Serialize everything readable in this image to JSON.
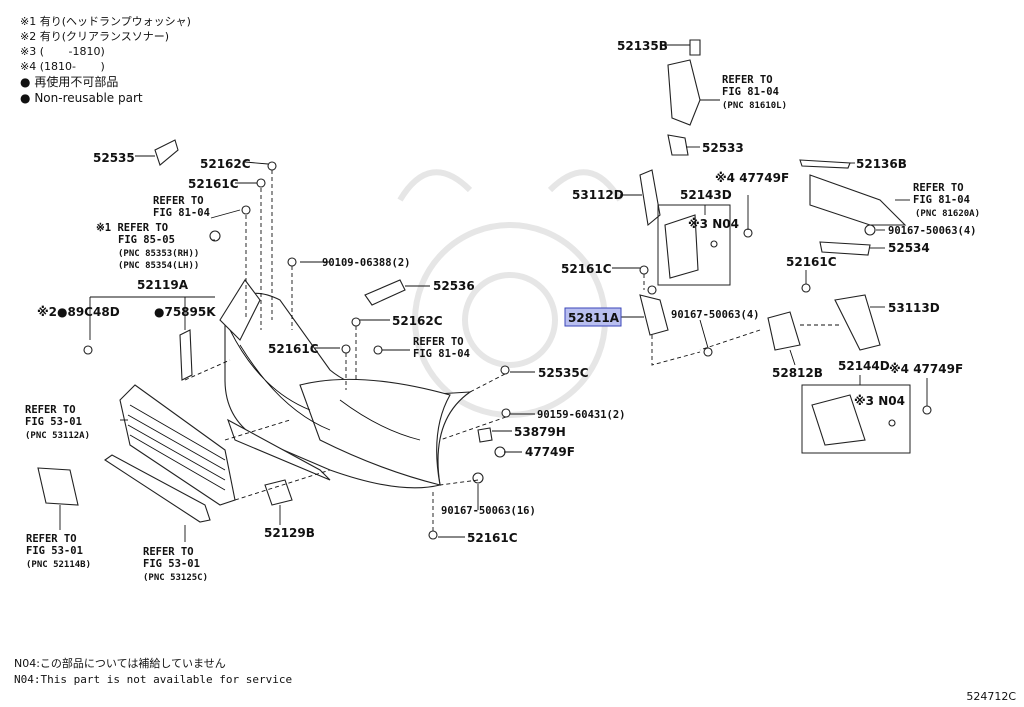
{
  "notes": {
    "lines": [
      "※1 有り(ヘッドランプウォッシャ)",
      "※2 有り(クリアランスソナー)",
      "※3 (       -1810)",
      "※4 (1810-       )"
    ],
    "legend_ja": "再使用不可部品",
    "legend_en": "Non-reusable part",
    "bullet": "●"
  },
  "footer": {
    "line1": "N04:この部品については補給していません",
    "line2": "N04:This part is not available for service"
  },
  "figure_code": "524712C",
  "labels": {
    "p52535": "52535",
    "p52162c_a": "52162C",
    "p52161c_a": "52161C",
    "refer_81_04_a": "REFER TO",
    "refer_81_04_a2": "FIG 81-04",
    "refer_85_05_a": "※1 REFER TO",
    "refer_85_05_b": "FIG 85-05",
    "refer_85_05_c": "(PNC 85353(RH))",
    "refer_85_05_d": "(PNC 85354(LH))",
    "p90109": "90109-06388(2)",
    "p52119a": "52119A",
    "p89c48d": "※2●89C48D",
    "p75895k": "●75895K",
    "p52536": "52536",
    "p52162c_b": "52162C",
    "p52161c_b": "52161C",
    "refer_81_04_b": "REFER TO",
    "refer_81_04_b2": "FIG 81-04",
    "p52535c": "52535C",
    "p90159": "90159-60431(2)",
    "p53879h": "53879H",
    "p47749f_a": "47749F",
    "p90167_a": "90167-50063(16)",
    "p52161c_c": "52161C",
    "refer_53_01_a": "REFER TO",
    "refer_53_01_a2": "FIG 53-01",
    "refer_53_01_a3": "(PNC 53112A)",
    "refer_53_01_b": "REFER TO",
    "refer_53_01_b2": "FIG 53-01",
    "refer_53_01_b3": "(PNC 52114B)",
    "refer_53_01_c": "REFER TO",
    "refer_53_01_c2": "FIG 53-01",
    "refer_53_01_c3": "(PNC 53125C)",
    "p52129b": "52129B",
    "p52135b": "52135B",
    "refer_81_04_c": "REFER TO",
    "refer_81_04_c2": "FIG 81-04",
    "refer_81_04_c3": "(PNC 81610L)",
    "p52533": "52533",
    "p53112d": "53112D",
    "p52143d": "52143D",
    "p47749f_b": "※4 47749F",
    "n04_a": "※3 N04",
    "p52161c_d": "52161C",
    "p52811a": "52811A",
    "p90167_b": "90167-50063(4)",
    "p52136b": "52136B",
    "refer_81_04_d": "REFER TO",
    "refer_81_04_d2": "FIG 81-04",
    "refer_81_04_d3": "(PNC 81620A)",
    "p90167_c": "90167-50063(4)",
    "p52534": "52534",
    "p52161c_e": "52161C",
    "p53113d": "53113D",
    "p52812b": "52812B",
    "p52144d": "52144D",
    "p47749f_c": "※4 47749F",
    "n04_b": "※3 N04"
  }
}
